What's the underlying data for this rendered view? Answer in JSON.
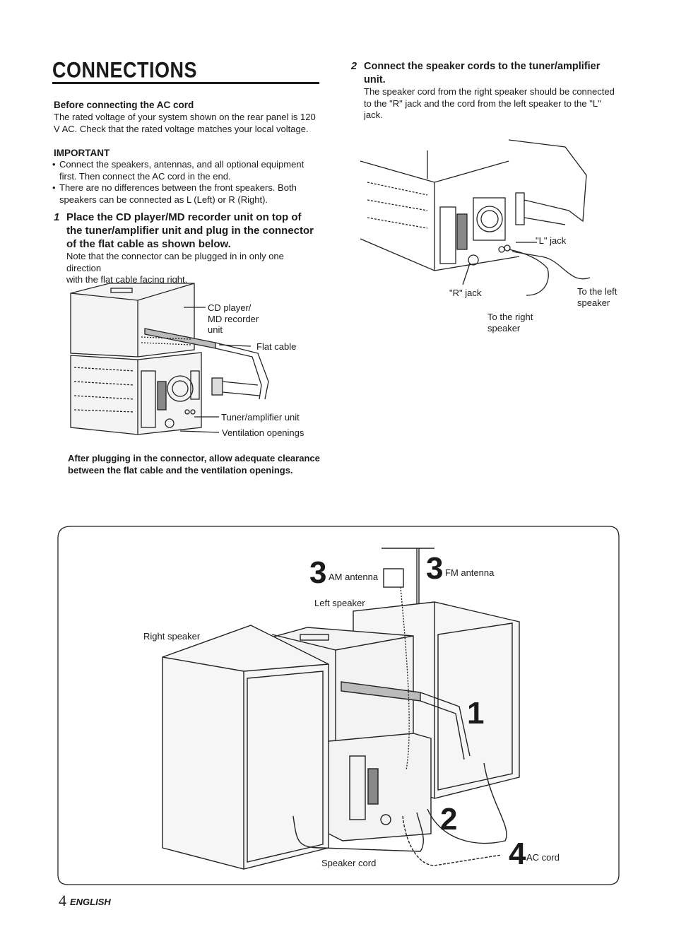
{
  "page": {
    "title": "CONNECTIONS",
    "page_number": "4",
    "language": "ENGLISH"
  },
  "before_ac": {
    "heading": "Before connecting the AC cord",
    "line1": "The rated voltage of your system shown on the rear panel is 120",
    "line2": "V AC.  Check that the rated voltage matches your local voltage."
  },
  "important": {
    "heading": "IMPORTANT",
    "items": [
      {
        "l1": "Connect the speakers, antennas, and all optional equipment",
        "l2": "first.  Then connect the AC cord in the end."
      },
      {
        "l1": "There are no differences between the front speakers.  Both",
        "l2": "speakers can be connected as L (Left) or R (Right)."
      }
    ]
  },
  "step1": {
    "number": "1",
    "line1": "Place the CD player/MD recorder unit on top of",
    "line2": "the tuner/amplifier unit and plug in the connector",
    "line3": "of the flat cable as shown below.",
    "note1": "Note that the connector can be plugged in in only one direction",
    "note2": "with the flat cable facing right."
  },
  "fig1": {
    "cd_l1": "CD player/",
    "cd_l2": "MD recorder",
    "cd_l3": "unit",
    "flat_cable": "Flat cable",
    "tuner": "Tuner/amplifier unit",
    "ventilation": "Ventilation openings"
  },
  "caution": {
    "line1": "After plugging in the connector, allow adequate clearance",
    "line2": "between the flat cable and the ventilation openings."
  },
  "step2": {
    "number": "2",
    "line1": "Connect the speaker cords to the tuner/amplifier",
    "line2": "unit.",
    "desc1": "The speaker cord from the right speaker should be connected",
    "desc2": "to the \"R\" jack and the cord from the left speaker to the \"L\"",
    "desc3": "jack."
  },
  "fig2": {
    "l_jack": "\"L\" jack",
    "r_jack": "\"R\" jack",
    "left_l1": "To the left",
    "left_l2": "speaker",
    "right_l1": "To the right",
    "right_l2": "speaker"
  },
  "overview": {
    "am_num": "3",
    "am_label": "AM antenna",
    "fm_num": "3",
    "fm_label": "FM antenna",
    "left_speaker": "Left speaker",
    "right_speaker": "Right speaker",
    "callout_1": "1",
    "callout_2": "2",
    "ac_num": "4",
    "ac_label": "AC cord",
    "speaker_cord": "Speaker cord"
  }
}
